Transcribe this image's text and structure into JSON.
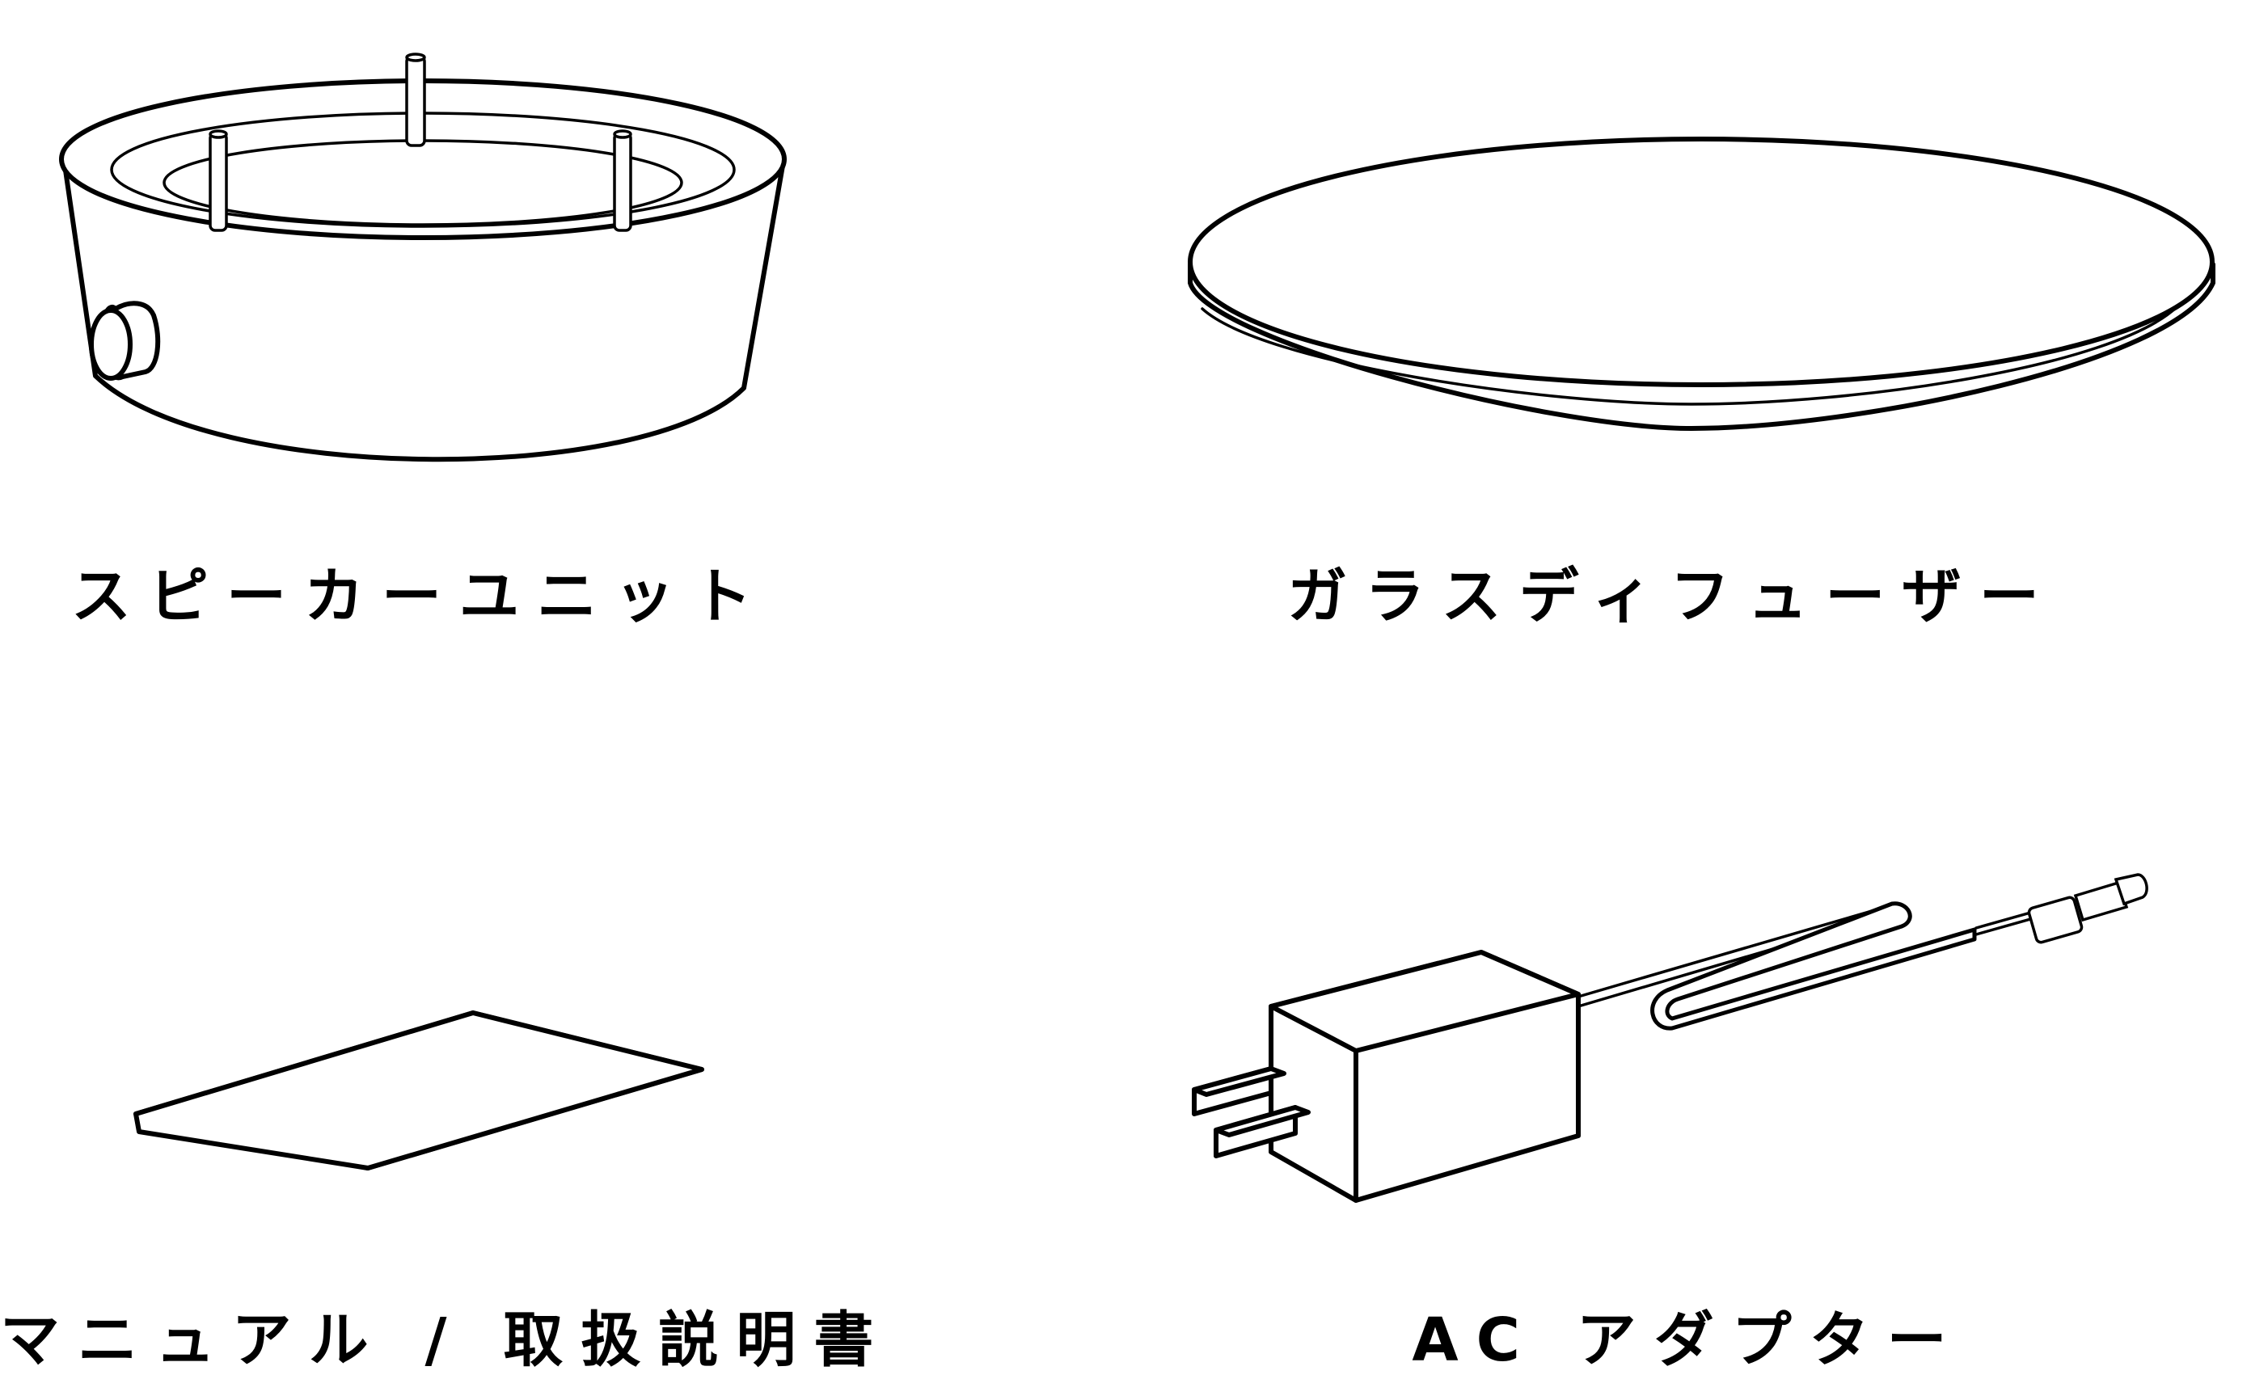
{
  "items": [
    {
      "caption": "スピーカーユニット",
      "icon": "speaker-unit-illustration"
    },
    {
      "caption": "ガラスディフューザー",
      "icon": "glass-diffuser-illustration"
    },
    {
      "caption": "マニュアル / 取扱説明書",
      "icon": "manual-illustration"
    },
    {
      "caption": "AC アダプター",
      "icon": "ac-adapter-illustration"
    }
  ],
  "colors": {
    "line": "#000000",
    "background": "#ffffff"
  }
}
